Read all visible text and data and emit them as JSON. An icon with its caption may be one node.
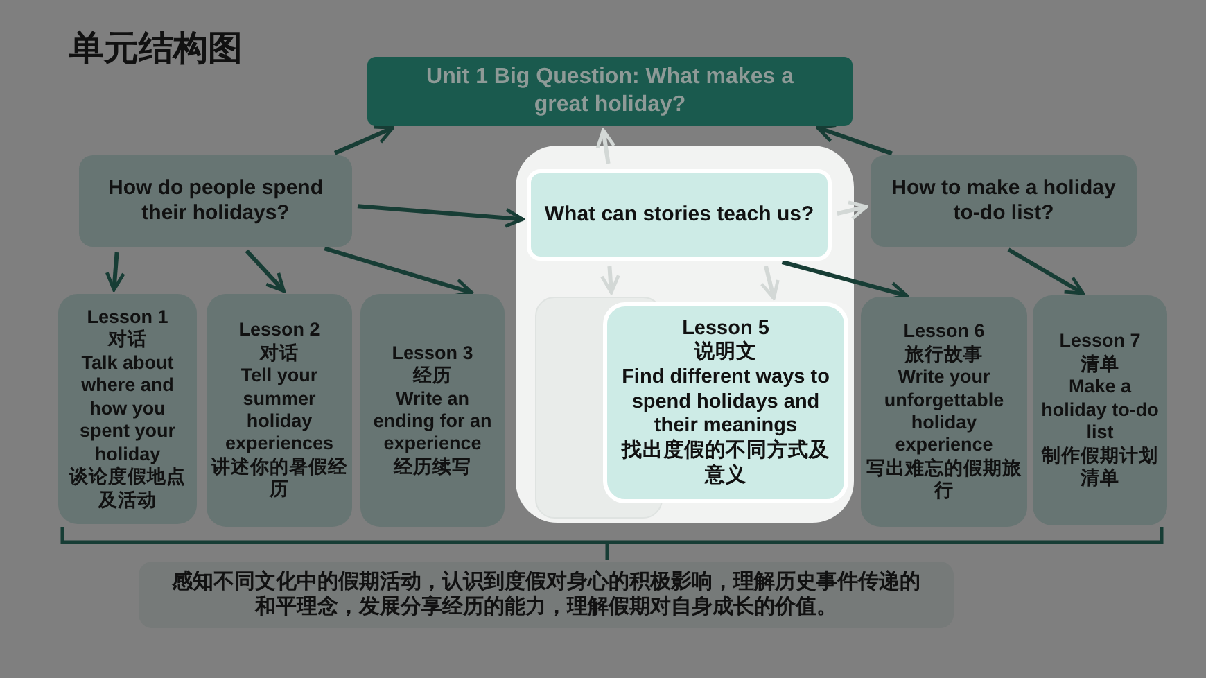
{
  "diagram": {
    "title": "单元结构图",
    "nodes": [
      {
        "text": [
          "Unit 1 Big Question: What makes a great holiday?"
        ]
      },
      {
        "text": [
          "How do people spend their holidays?"
        ]
      },
      {
        "text": [
          "What can stories teach us?"
        ]
      },
      {
        "text": [
          "How to make a holiday to-do list?"
        ]
      },
      {
        "text": [
          "Lesson 1",
          "对话",
          "Talk about where and how you spent your holiday",
          "谈论度假地点及活动"
        ]
      },
      {
        "text": [
          "Lesson 2",
          "对话",
          "Tell your summer holiday experiences",
          "讲述你的暑假经历"
        ]
      },
      {
        "text": [
          "Lesson 3",
          "经历",
          "Write an ending for an experience",
          "经历续写"
        ]
      },
      {
        "text": [],
        "shape": "box"
      },
      {
        "text": [
          "Lesson 5",
          "说明文",
          "Find different ways to spend holidays and their meanings",
          "找出度假的不同方式及意义"
        ]
      },
      {
        "text": [
          "Lesson 6",
          "旅行故事",
          "Write your unforgettable holiday experience",
          "写出难忘的假期旅行"
        ]
      },
      {
        "text": [
          "Lesson 7",
          "清单",
          "Make a holiday to-do list",
          "制作假期计划清单"
        ]
      },
      {
        "text": [
          "感知不同文化中的假期活动，认识到度假对身心的积极影响，理解历史事件传递的和平理念，发展分享经历的能力，理解假期对自身成长的价值。"
        ]
      }
    ],
    "edges": [
      {
        "from": 1,
        "to": 0,
        "arrow": "to"
      },
      {
        "from": 2,
        "to": 0,
        "arrow": "to",
        "color": "#d3d8d6"
      },
      {
        "from": 3,
        "to": 0,
        "arrow": "to"
      },
      {
        "from": 1,
        "to": 2,
        "arrow": "to"
      },
      {
        "from": 2,
        "to": 3,
        "arrow": "to",
        "color": "#d3d8d6"
      },
      {
        "from": 1,
        "to": 4,
        "arrow": "to"
      },
      {
        "from": 1,
        "to": 5,
        "arrow": "to"
      },
      {
        "from": 1,
        "to": 6,
        "arrow": "to"
      },
      {
        "from": 2,
        "to": 7,
        "arrow": "to",
        "color": "#d3d8d6"
      },
      {
        "from": 2,
        "to": 8,
        "arrow": "to",
        "color": "#d3d8d6"
      },
      {
        "from": 2,
        "to": 9,
        "arrow": "to"
      },
      {
        "from": 3,
        "to": 10,
        "arrow": "to"
      }
    ]
  }
}
